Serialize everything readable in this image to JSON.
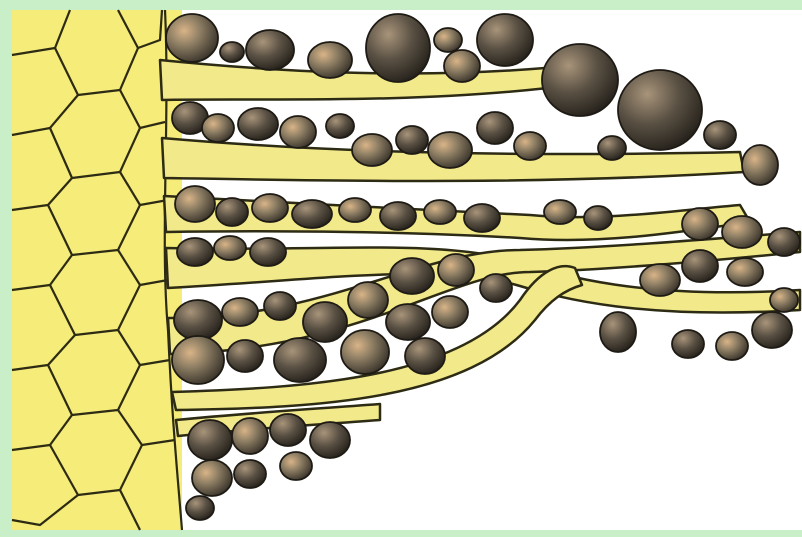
{
  "illustration": {
    "colors": {
      "frame": "#c9efc8",
      "background": "#ffffff",
      "cell_fill": "#f5ec7a",
      "cell_wall": "#2d2b14",
      "hair_fill": "#f1e98a",
      "soil_dark": "#4a4338",
      "soil_mid": "#8c7d63",
      "soil_light": "#c9a57a"
    },
    "icons": [
      "root-epidermis-cells",
      "root-hair",
      "soil-particle"
    ]
  }
}
